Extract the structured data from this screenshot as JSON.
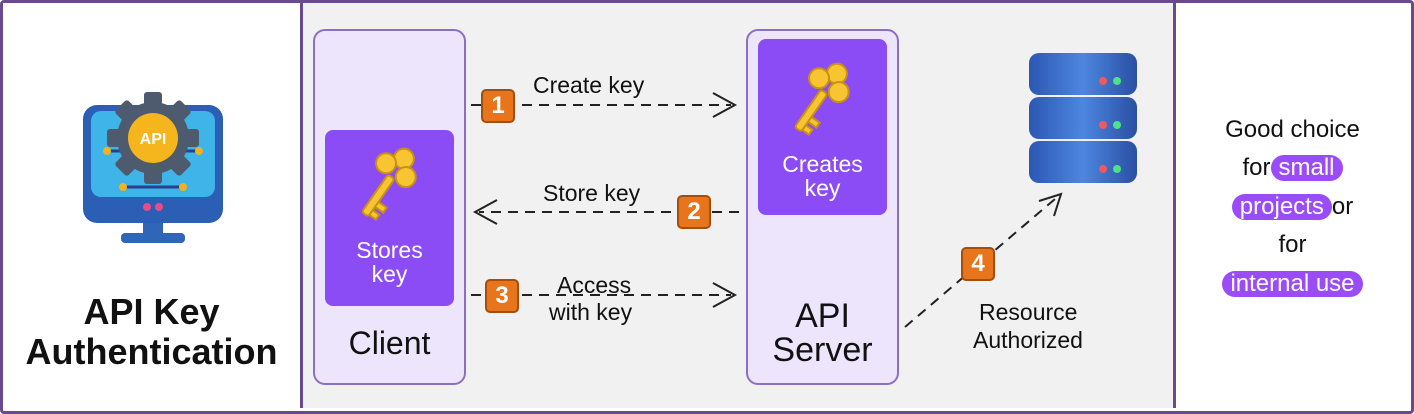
{
  "title": {
    "line1": "API Key",
    "line2": "Authentication"
  },
  "monitor": {
    "icon_text": "API"
  },
  "client": {
    "card_line1": "Stores",
    "card_line2": "key",
    "label": "Client"
  },
  "server": {
    "card_line1": "Creates",
    "card_line2": "key",
    "label_line1": "API",
    "label_line2": "Server"
  },
  "steps": [
    {
      "num": "1",
      "label": "Create key"
    },
    {
      "num": "2",
      "label": "Store key"
    },
    {
      "num": "3",
      "label_line1": "Access",
      "label_line2": "with key"
    },
    {
      "num": "4",
      "label_line1": "Resource",
      "label_line2": "Authorized"
    }
  ],
  "note": {
    "line1": "Good choice",
    "line2_prefix": "for",
    "pill1": "small",
    "pill2": "projects",
    "line3_suffix": "or",
    "line4": "for",
    "pill3": "internal use"
  },
  "colors": {
    "border": "#6a4a8e",
    "card_purple": "#8c4cf5",
    "badge_orange": "#e8741c",
    "key_yellow": "#f7c531",
    "db_blue": "#3b69c9"
  }
}
